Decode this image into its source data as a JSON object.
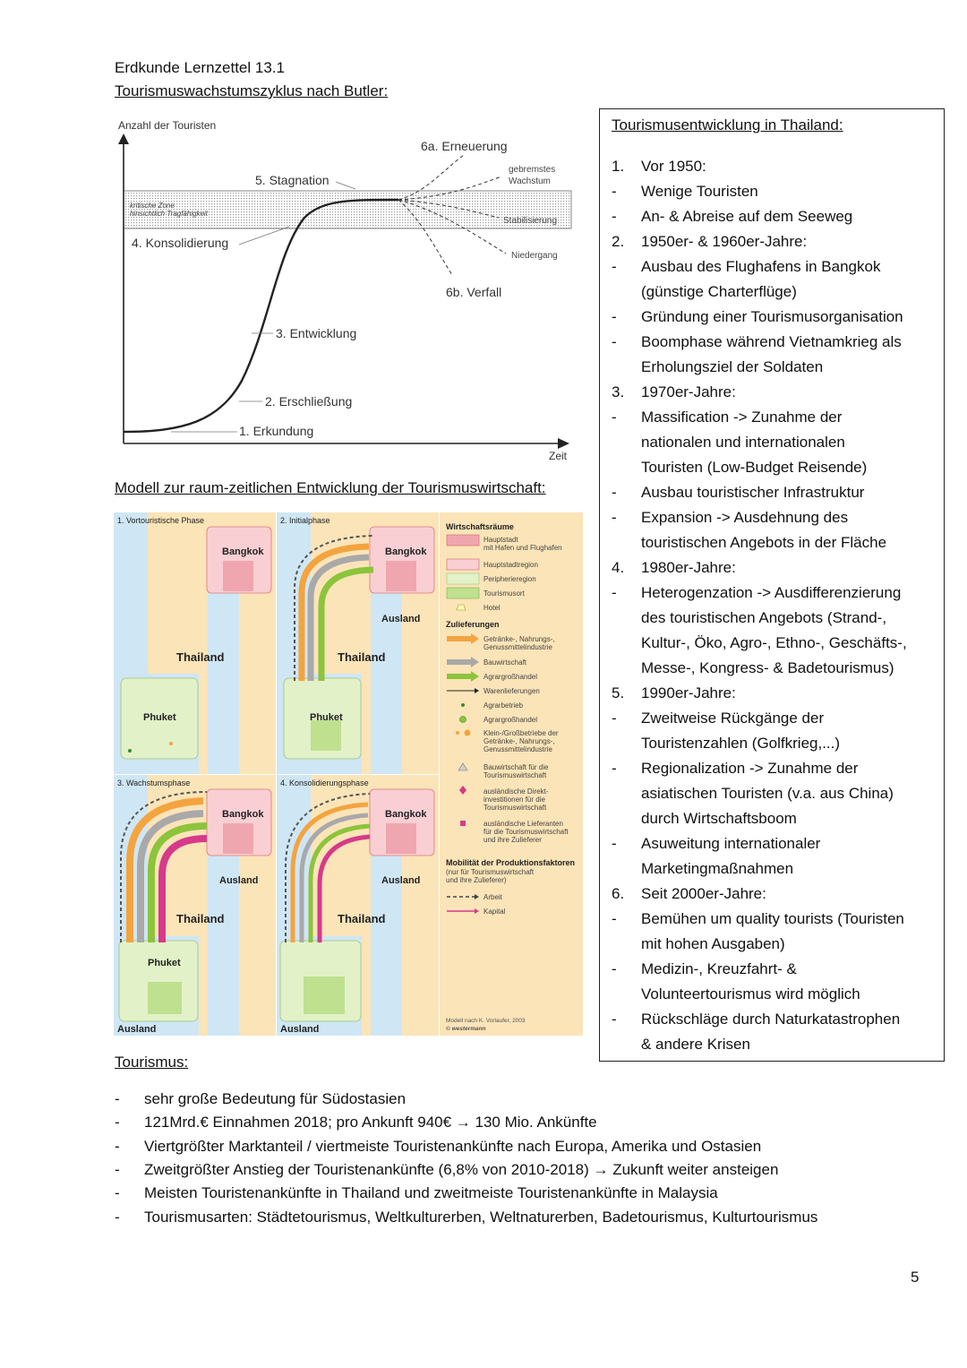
{
  "doc_title": "Erdkunde Lernzettel 13.1",
  "butler": {
    "heading": "Tourismuswachstumszyklus nach Butler:",
    "y_axis": "Anzahl der Touristen",
    "x_axis": "Zeit",
    "critical_zone": [
      "kritische Zone",
      "hinsichtlich Tragfähigkeit"
    ],
    "stages": {
      "s1": "1. Erkundung",
      "s2": "2. Erschließung",
      "s3": "3. Entwicklung",
      "s4": "4. Konsolidierung",
      "s5": "5. Stagnation",
      "s6a": "6a. Erneuerung",
      "s6b": "6b. Verfall"
    },
    "branches": {
      "growth": [
        "gebremstes",
        "Wachstum"
      ],
      "stab": "Stabilisierung",
      "decline": "Niedergang"
    }
  },
  "model": {
    "heading": "Modell zur raum-zeitlichen Entwicklung der Tourismuswirtschaft:",
    "panels": {
      "p1": "1. Vortouristische Phase",
      "p2": "2. Initialphase",
      "p3": "3. Wachstumsphase",
      "p4": "4. Konsolidierungsphase"
    },
    "places": {
      "bangkok": "Bangkok",
      "thailand": "Thailand",
      "phuket": "Phuket",
      "ausland": "Ausland"
    },
    "legend": {
      "title_areas": "Wirtschaftsräume",
      "areas": [
        [
          "Hauptstadt",
          "mit Hafen und Flughafen"
        ],
        [
          "Hauptstadtregion"
        ],
        [
          "Peripherieregion"
        ],
        [
          "Tourismusort"
        ],
        [
          "Hotel"
        ]
      ],
      "title_supply": "Zulieferungen",
      "supply": [
        [
          "Getränke-, Nahrungs-,",
          "Genussmittelindustrie"
        ],
        [
          "Bauwirtschaft"
        ],
        [
          "Agrargroßhandel"
        ],
        [
          "Warenlieferungen"
        ],
        [
          "Agrarbetrieb"
        ],
        [
          "Agrargroßhandel"
        ],
        [
          "Klein-/Großbetriebe der",
          "Getränke-, Nahrungs-,",
          "Genussmittelindustrie"
        ],
        [
          "Bauwirtschaft für die",
          "Tourismuswirtschaft"
        ],
        [
          "ausländische Direkt-",
          "investitionen für die",
          "Tourismuswirtschaft"
        ],
        [
          "ausländische Lieferanten",
          "für die Tourismuswirtschaft",
          "und ihre Zulieferer"
        ]
      ],
      "title_mob": "Mobilität der Produktionsfaktoren",
      "mob_sub": [
        "(nur für Tourismuswirtschaft",
        "und ihre Zulieferer)"
      ],
      "mob": [
        "Arbeit",
        "Kapital"
      ],
      "source": "Modell nach K. Vorlaufer, 2003",
      "publisher": "© westermann"
    }
  },
  "thailand_box": {
    "title": "Tourismusentwicklung in Thailand:",
    "lines": [
      {
        "m": "1.",
        "t": "Vor 1950:"
      },
      {
        "m": "-",
        "t": "Wenige Touristen"
      },
      {
        "m": "-",
        "t": "An- & Abreise auf dem Seeweg"
      },
      {
        "m": "2.",
        "t": "1950er- & 1960er-Jahre:"
      },
      {
        "m": "-",
        "t": "Ausbau des Flughafens in Bangkok"
      },
      {
        "m": "",
        "t": "(günstige Charterflüge)"
      },
      {
        "m": "-",
        "t": "Gründung einer Tourismusorganisation"
      },
      {
        "m": "-",
        "t": "Boomphase während Vietnamkrieg als"
      },
      {
        "m": "",
        "t": "Erholungsziel der Soldaten"
      },
      {
        "m": "3.",
        "t": "1970er-Jahre:"
      },
      {
        "m": "-",
        "t": "Massification -> Zunahme der"
      },
      {
        "m": "",
        "t": "nationalen und internationalen"
      },
      {
        "m": "",
        "t": "Touristen (Low-Budget Reisende)"
      },
      {
        "m": "-",
        "t": "Ausbau touristischer Infrastruktur"
      },
      {
        "m": "-",
        "t": "Expansion -> Ausdehnung des"
      },
      {
        "m": "",
        "t": "touristischen Angebots in der Fläche"
      },
      {
        "m": "4.",
        "t": "1980er-Jahre:"
      },
      {
        "m": "-",
        "t": "Heterogenzation -> Ausdifferenzierung"
      },
      {
        "m": "",
        "t": "des touristischen Angebots (Strand-,"
      },
      {
        "m": "",
        "t": "Kultur-, Öko, Agro-, Ethno-, Geschäfts-,"
      },
      {
        "m": "",
        "t": "Messe-, Kongress- & Badetourismus)"
      },
      {
        "m": "5.",
        "t": "1990er-Jahre:"
      },
      {
        "m": "-",
        "t": "Zweitweise Rückgänge der"
      },
      {
        "m": "",
        "t": "Touristenzahlen (Golfkrieg,...)"
      },
      {
        "m": "-",
        "t": "Regionalization -> Zunahme der"
      },
      {
        "m": "",
        "t": "asiatischen Touristen (v.a. aus China)"
      },
      {
        "m": "",
        "t": "durch Wirtschaftsboom"
      },
      {
        "m": "-",
        "t": "Asuweitung internationaler"
      },
      {
        "m": "",
        "t": "Marketingmaßnahmen"
      },
      {
        "m": "6.",
        "t": "Seit 2000er-Jahre:"
      },
      {
        "m": "-",
        "t": "Bemühen um quality tourists (Touristen"
      },
      {
        "m": "",
        "t": "mit hohen Ausgaben)"
      },
      {
        "m": "-",
        "t": "Medizin-, Kreuzfahrt- &"
      },
      {
        "m": "",
        "t": "Volunteertourismus wird möglich"
      },
      {
        "m": "-",
        "t": "Rückschläge durch Naturkatastrophen"
      },
      {
        "m": "",
        "t": "& andere Krisen"
      }
    ]
  },
  "tourismus": {
    "heading": "Tourismus:",
    "items": [
      "sehr große Bedeutung für Südostasien",
      "121Mrd.€ Einnahmen 2018; pro Ankunft 940€ → 130 Mio. Ankünfte",
      "Viertgrößter Marktanteil / viertmeiste Touristenankünfte nach Europa, Amerika und Ostasien",
      "Zweitgrößter Anstieg der Touristenankünfte (6,8% von 2010-2018) → Zukunft weiter ansteigen",
      "Meisten Touristenankünfte in Thailand und zweitmeiste Touristenankünfte in Malaysia",
      "Tourismusarten: Städtetourismus, Weltkulturerben, Weltnaturerben, Badetourismus, Kulturtourismus"
    ]
  },
  "page_number": "5",
  "colors": {
    "sea": "#cfe6f4",
    "land": "#fbe4b8",
    "capital": "#f0a6ae",
    "region": "#f9cfd4",
    "periphery": "#e3f1c8",
    "resort": "#bfe18f",
    "orange": "#f3a43f",
    "grey": "#a9a9a9",
    "green": "#8cc43c",
    "magenta": "#d63a8a"
  }
}
